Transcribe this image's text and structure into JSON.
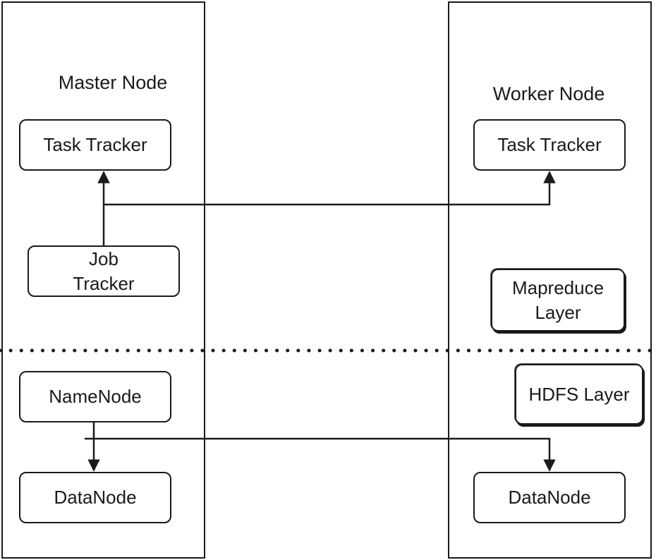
{
  "master": {
    "title": "Master Node",
    "task_tracker": "Task Tracker",
    "job_tracker_line1": "Job",
    "job_tracker_line2": "Tracker",
    "namenode": "NameNode",
    "datanode": "DataNode"
  },
  "worker": {
    "title": "Worker Node",
    "task_tracker": "Task Tracker",
    "datanode": "DataNode"
  },
  "layers": {
    "mapreduce_line1": "Mapreduce",
    "mapreduce_line2": "Layer",
    "hdfs": "HDFS Layer"
  },
  "colors": {
    "stroke": "#1a1a1a",
    "background": "#ffffff"
  }
}
